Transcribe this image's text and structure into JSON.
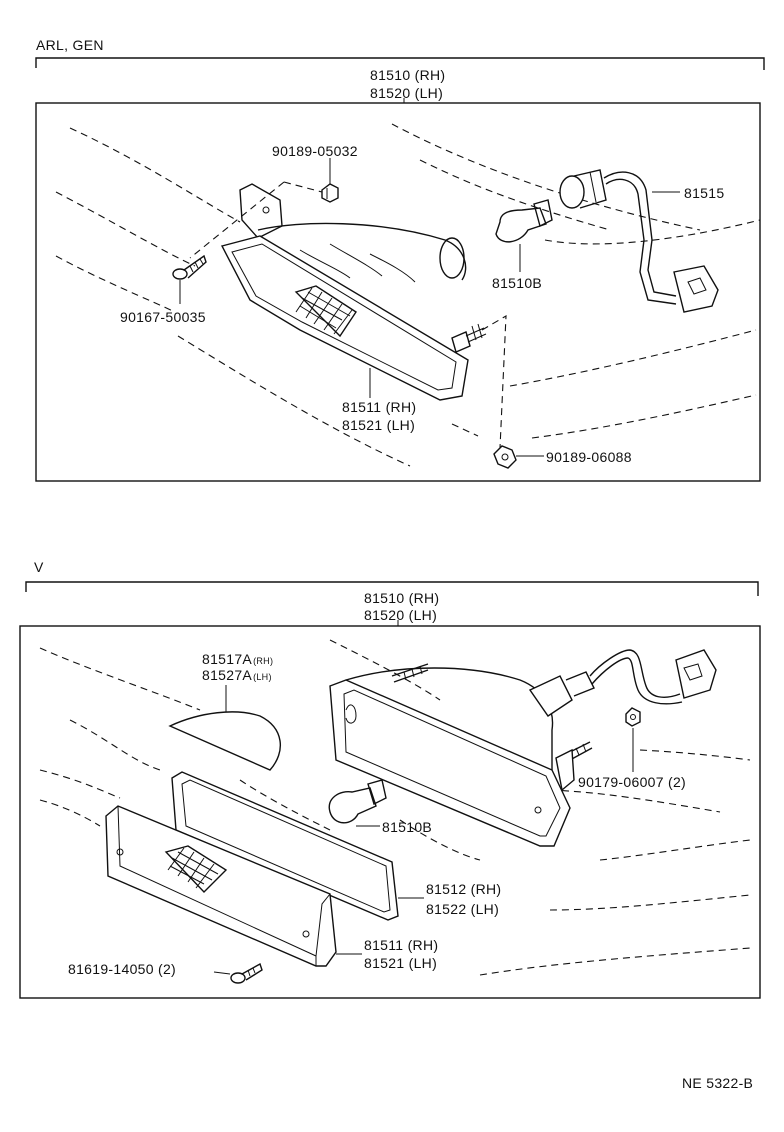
{
  "sections": [
    {
      "title": "ARL, GEN",
      "assembly": [
        "81510 (RH)",
        "81520 (LH)"
      ],
      "parts": {
        "nut_top": "90189-05032",
        "socket_wire": "81515",
        "bulb": "81510B",
        "screw": "90167-50035",
        "lens": [
          "81511 (RH)",
          "81521 (LH)"
        ],
        "nut_bottom": "90189-06088"
      }
    },
    {
      "title": "V",
      "assembly": [
        "81510 (RH)",
        "81520 (LH)"
      ],
      "parts": {
        "reflector": [
          "81517A",
          "81527A"
        ],
        "reflector_side": [
          "(RH)",
          "(LH)"
        ],
        "nut": "90179-06007 (2)",
        "bulb": "81510B",
        "gasket": [
          "81512 (RH)",
          "81522 (LH)"
        ],
        "lens": [
          "81511 (RH)",
          "81521 (LH)"
        ],
        "screw": "81619-14050 (2)"
      }
    }
  ],
  "figure_code": "NE 5322-B"
}
